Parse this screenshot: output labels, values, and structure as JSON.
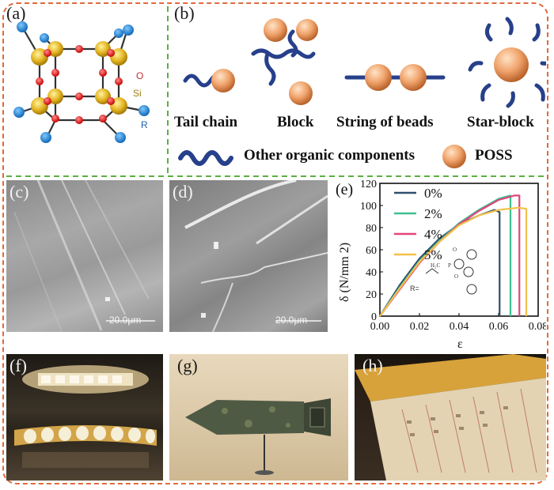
{
  "panels": {
    "a": "(a)",
    "b": "(b)",
    "c": "(c)",
    "d": "(d)",
    "e": "(e)",
    "f": "(f)",
    "g": "(g)",
    "h": "(h)"
  },
  "molecule": {
    "o_label": "O",
    "si_label": "Si",
    "r_label": "R"
  },
  "architectures": {
    "tail_chain": "Tail chain",
    "block": "Block",
    "string_of_beads": "String of beads",
    "star_block": "Star-block"
  },
  "legend_b": {
    "organic": "Other organic  components",
    "poss": "POSS"
  },
  "sem": {
    "c_scale": "20.0μm",
    "d_scale": "20.0μm"
  },
  "chart_data": {
    "type": "line",
    "xlabel": "ε",
    "ylabel": "δ (N/mm 2)",
    "xlim": [
      0.0,
      0.08
    ],
    "ylim": [
      0,
      120
    ],
    "xticks": [
      "0.00",
      "0.02",
      "0.04",
      "0.06",
      "0.08"
    ],
    "yticks": [
      "0",
      "20",
      "40",
      "60",
      "80",
      "100",
      "120"
    ],
    "legend_position": "top-right",
    "inset_label": "R=",
    "series": [
      {
        "name": "0%",
        "color": "#2e4f6e",
        "x": [
          0.0,
          0.01,
          0.02,
          0.03,
          0.04,
          0.05,
          0.058,
          0.0605,
          0.0605
        ],
        "y": [
          0,
          28,
          52,
          70,
          83,
          91,
          96,
          94,
          0
        ]
      },
      {
        "name": "2%",
        "color": "#3dbf8f",
        "x": [
          0.0,
          0.01,
          0.02,
          0.03,
          0.04,
          0.05,
          0.06,
          0.066,
          0.066
        ],
        "y": [
          0,
          26,
          50,
          68,
          84,
          96,
          106,
          109,
          0
        ]
      },
      {
        "name": "4%",
        "color": "#e2457a",
        "x": [
          0.0,
          0.01,
          0.02,
          0.03,
          0.04,
          0.05,
          0.06,
          0.068,
          0.0705,
          0.0705
        ],
        "y": [
          0,
          24,
          48,
          67,
          83,
          95,
          105,
          109,
          109,
          0
        ]
      },
      {
        "name": "5%",
        "color": "#f5c04a",
        "x": [
          0.0,
          0.01,
          0.02,
          0.03,
          0.04,
          0.05,
          0.06,
          0.07,
          0.074,
          0.074
        ],
        "y": [
          0,
          25,
          49,
          67,
          82,
          91,
          96,
          98,
          97,
          0
        ]
      }
    ]
  }
}
